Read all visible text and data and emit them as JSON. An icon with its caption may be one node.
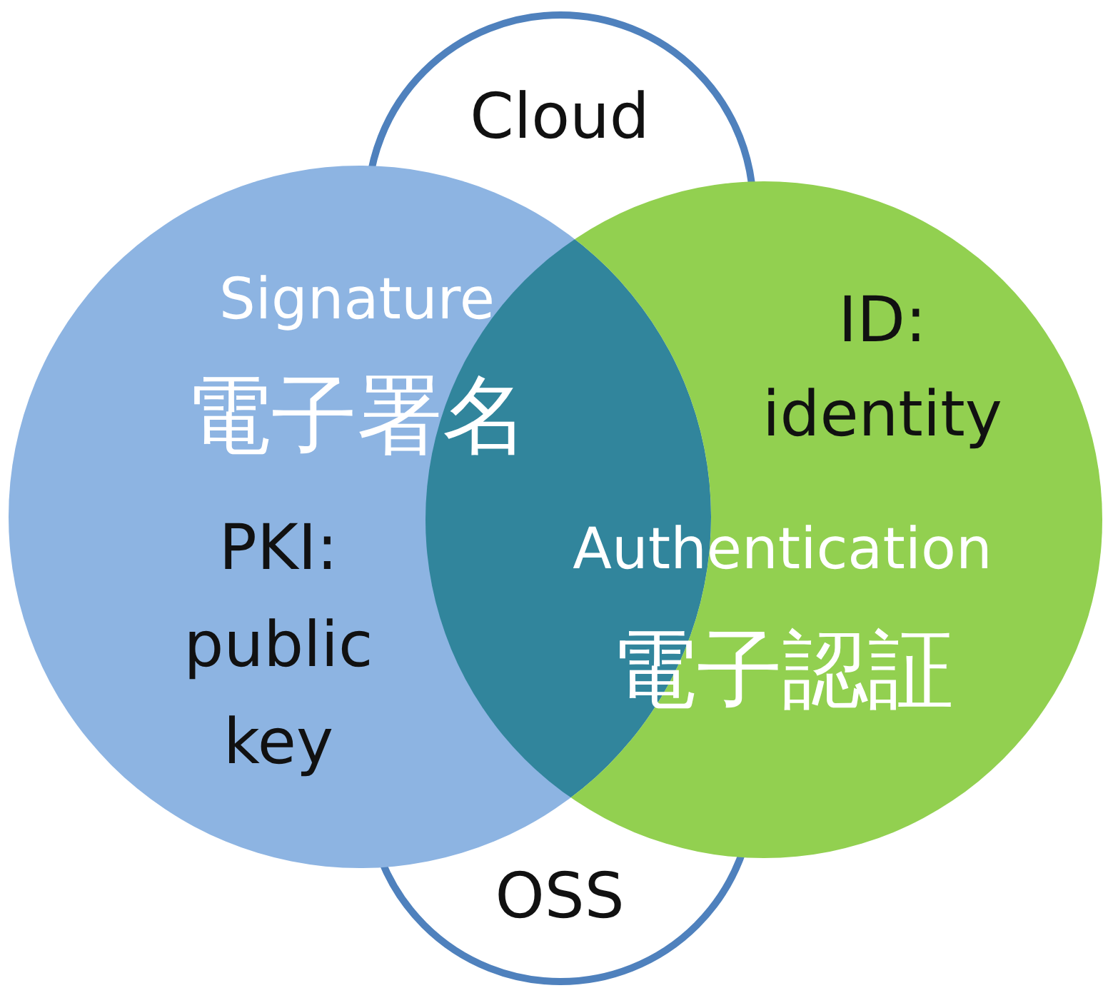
{
  "diagram": {
    "nodes": [
      {
        "text": [
          "Cloud",
          "OSS"
        ]
      },
      {
        "text": [
          "Signature",
          "電子署名",
          "PKI: public key"
        ]
      },
      {
        "text": [
          "ID: identity",
          "Authentication",
          "電子認証"
        ]
      }
    ]
  }
}
